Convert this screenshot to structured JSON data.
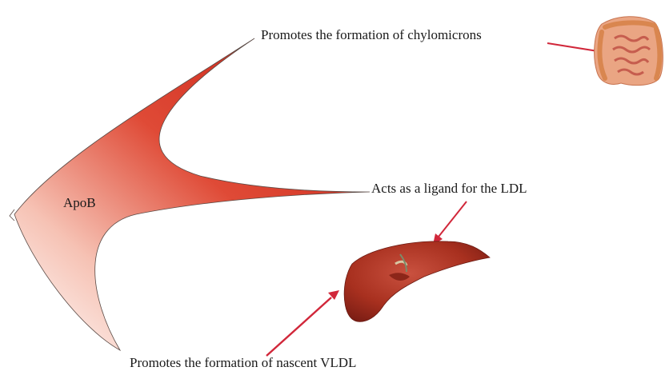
{
  "diagram": {
    "center": "ApoB",
    "functions": [
      {
        "text": "Promotes the formation of chylomicrons",
        "organ": "intestine-icon"
      },
      {
        "text": "Acts as a ligand for the LDL",
        "organ": "liver-icon"
      },
      {
        "text": "Promotes the formation of nascent VLDL",
        "organ": "liver-icon"
      }
    ]
  },
  "colors": {
    "branch_dark": "#d42a1e",
    "branch_light": "#fbe3da",
    "arrow": "#d1273a",
    "liver": "#b8392b",
    "intestine": "#e5a27a"
  }
}
